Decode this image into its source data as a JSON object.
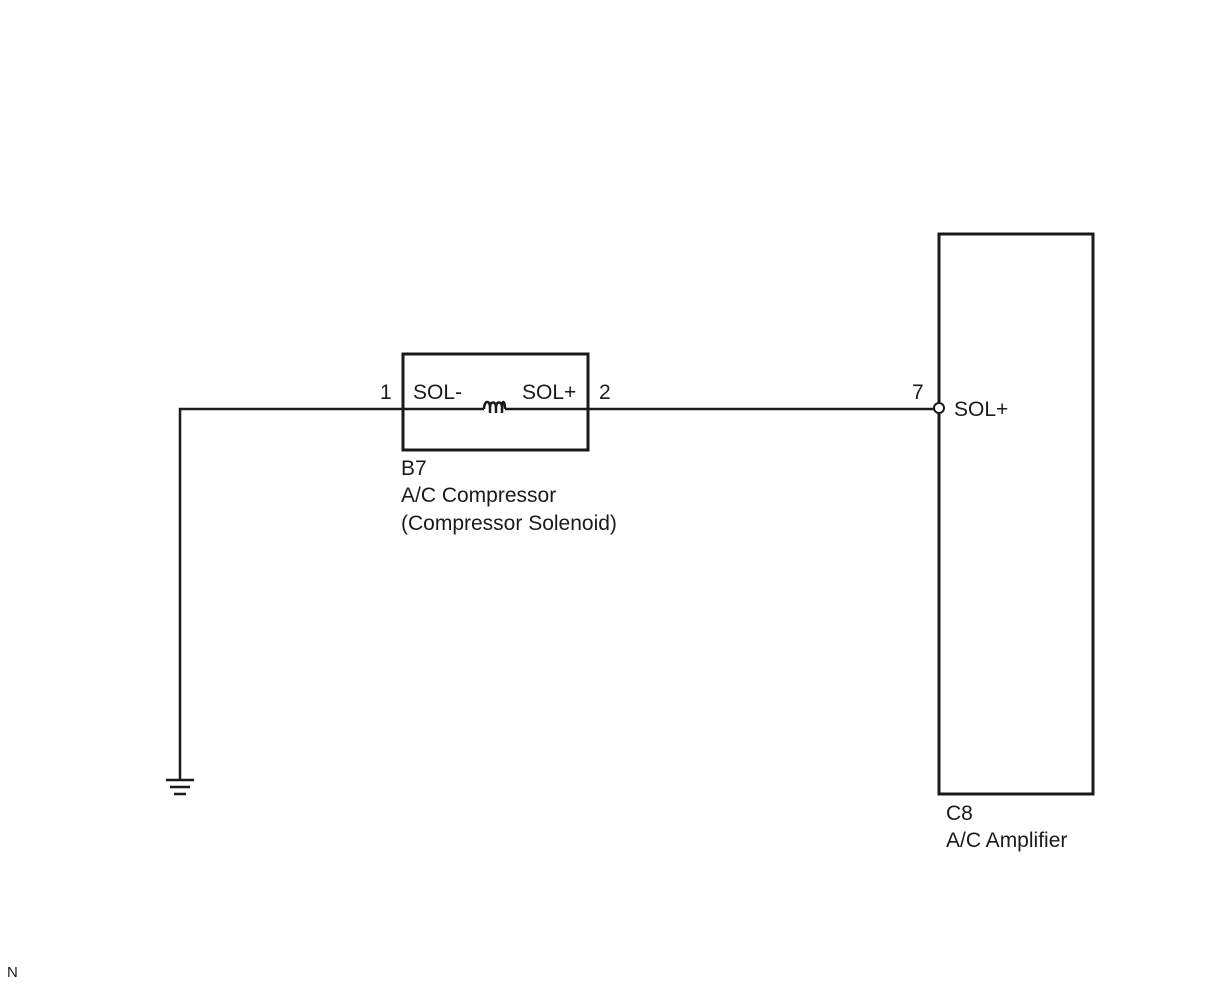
{
  "compressor": {
    "connector_id": "B7",
    "name": "A/C Compressor",
    "subname": "(Compressor Solenoid)",
    "pin_left_number": "1",
    "pin_left_name": "SOL-",
    "pin_right_number": "2",
    "pin_right_name": "SOL+"
  },
  "amplifier": {
    "connector_id": "C8",
    "name": "A/C Amplifier",
    "pin_number": "7",
    "pin_name": "SOL+"
  },
  "footer": {
    "code": "N"
  },
  "icons": {
    "ground": "ground-icon",
    "solenoid_coil": "solenoid-coil-icon",
    "terminal": "terminal-circle-icon"
  }
}
